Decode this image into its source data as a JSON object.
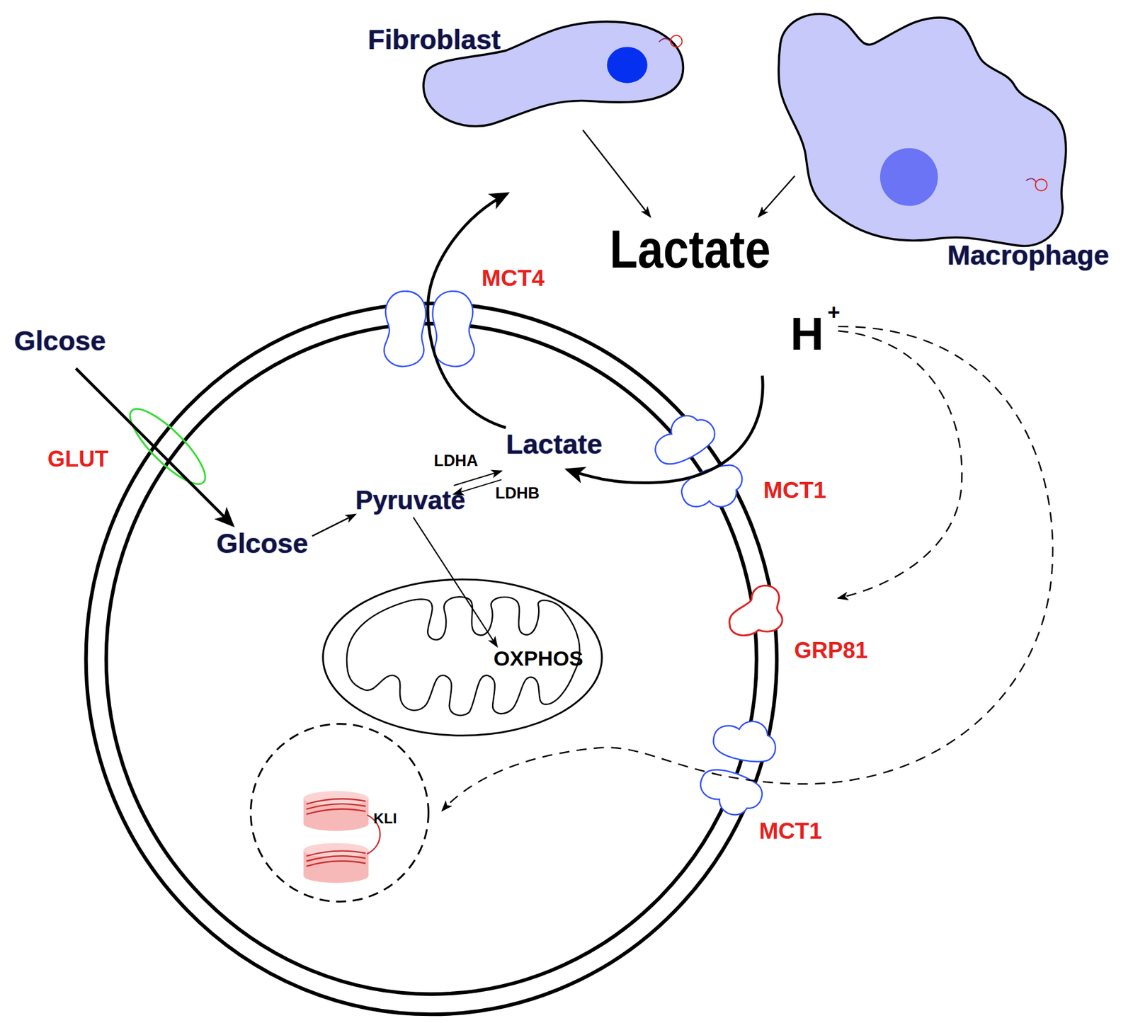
{
  "diagram": {
    "nodes": [
      {
        "text": [
          "Fibroblast"
        ]
      },
      {
        "text": [
          "Macrophage"
        ]
      },
      {
        "text": [
          "Lactate"
        ]
      },
      {
        "text": [
          "OXPHOS"
        ]
      },
      {
        "text": [
          "KLI"
        ]
      }
    ],
    "edges": [
      {
        "from": 0,
        "to": 2,
        "arrow": "to"
      },
      {
        "from": 1,
        "to": 2,
        "arrow": "to"
      }
    ],
    "labels": [
      "Glcose",
      "GLUT",
      "MCT4",
      "H",
      "+",
      "Lactate",
      "LDHA",
      "LDHB",
      "Pyruvate",
      "Glcose",
      "MCT1",
      "GRP81",
      "MCT1"
    ]
  }
}
